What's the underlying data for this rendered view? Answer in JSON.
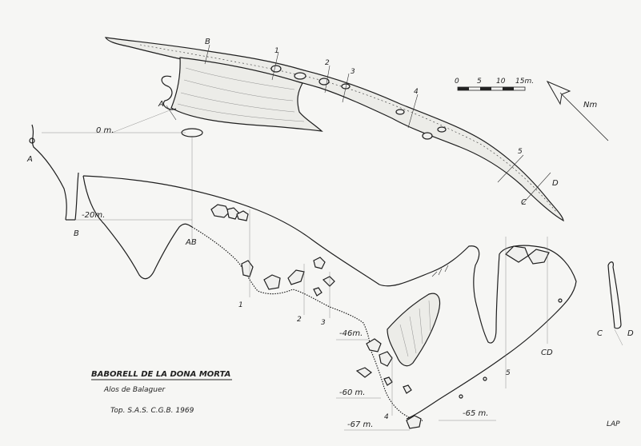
{
  "title": "BABORELL DE LA DONA MORTA",
  "location": "Alos de Balaguer",
  "credit": "Top. S.A.S. C.G.B. 1969",
  "author": "LAP",
  "scale_bar": {
    "ticks": [
      "0",
      "5",
      "10",
      "15m."
    ]
  },
  "north_label": "Nm",
  "section_letters": {
    "a": "A",
    "b": "B",
    "c": "C",
    "d": "D",
    "ab": "AB",
    "cd": "CD"
  },
  "depths": {
    "d0": "0 m.",
    "d20": "-20m.",
    "d46": "-46m.",
    "d60": "-60 m.",
    "d65": "-65 m.",
    "d67": "-67 m."
  },
  "plan_numbers": [
    "1",
    "2",
    "3",
    "4",
    "5"
  ],
  "profile_numbers": [
    "1",
    "2",
    "3",
    "4",
    "5"
  ]
}
